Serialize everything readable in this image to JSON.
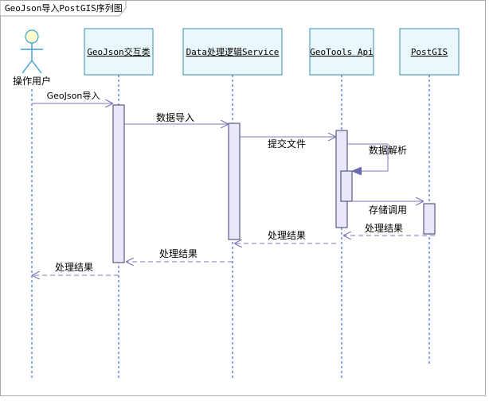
{
  "diagram": {
    "title": "GeoJson导入PostGIS序列图",
    "actor": {
      "label": "操作用户"
    },
    "lifelines": [
      {
        "label": "GeoJson交互类"
      },
      {
        "label": "Data处理逻辑Service"
      },
      {
        "label": "GeoTools Api"
      },
      {
        "label": "PostGIS"
      }
    ],
    "messages": [
      {
        "label": "GeoJson导入"
      },
      {
        "label": "数据导入"
      },
      {
        "label": "提交文件"
      },
      {
        "label": "数据解析"
      },
      {
        "label": "存储调用"
      },
      {
        "label": "处理结果"
      },
      {
        "label": "处理结果"
      },
      {
        "label": "处理结果"
      },
      {
        "label": "处理结果"
      }
    ]
  },
  "colors": {
    "box_fill": "#eaf7fb",
    "box_border": "#3a8fb0",
    "lifeline": "#1a4fd0",
    "activation_fill": "#e9e9fb",
    "activation_border": "#3a3a6a",
    "arrow": "#7a7ab8",
    "actor_head": "#fffbd0",
    "actor_body": "#3aa0d0",
    "frame": "#aaaaaa"
  }
}
